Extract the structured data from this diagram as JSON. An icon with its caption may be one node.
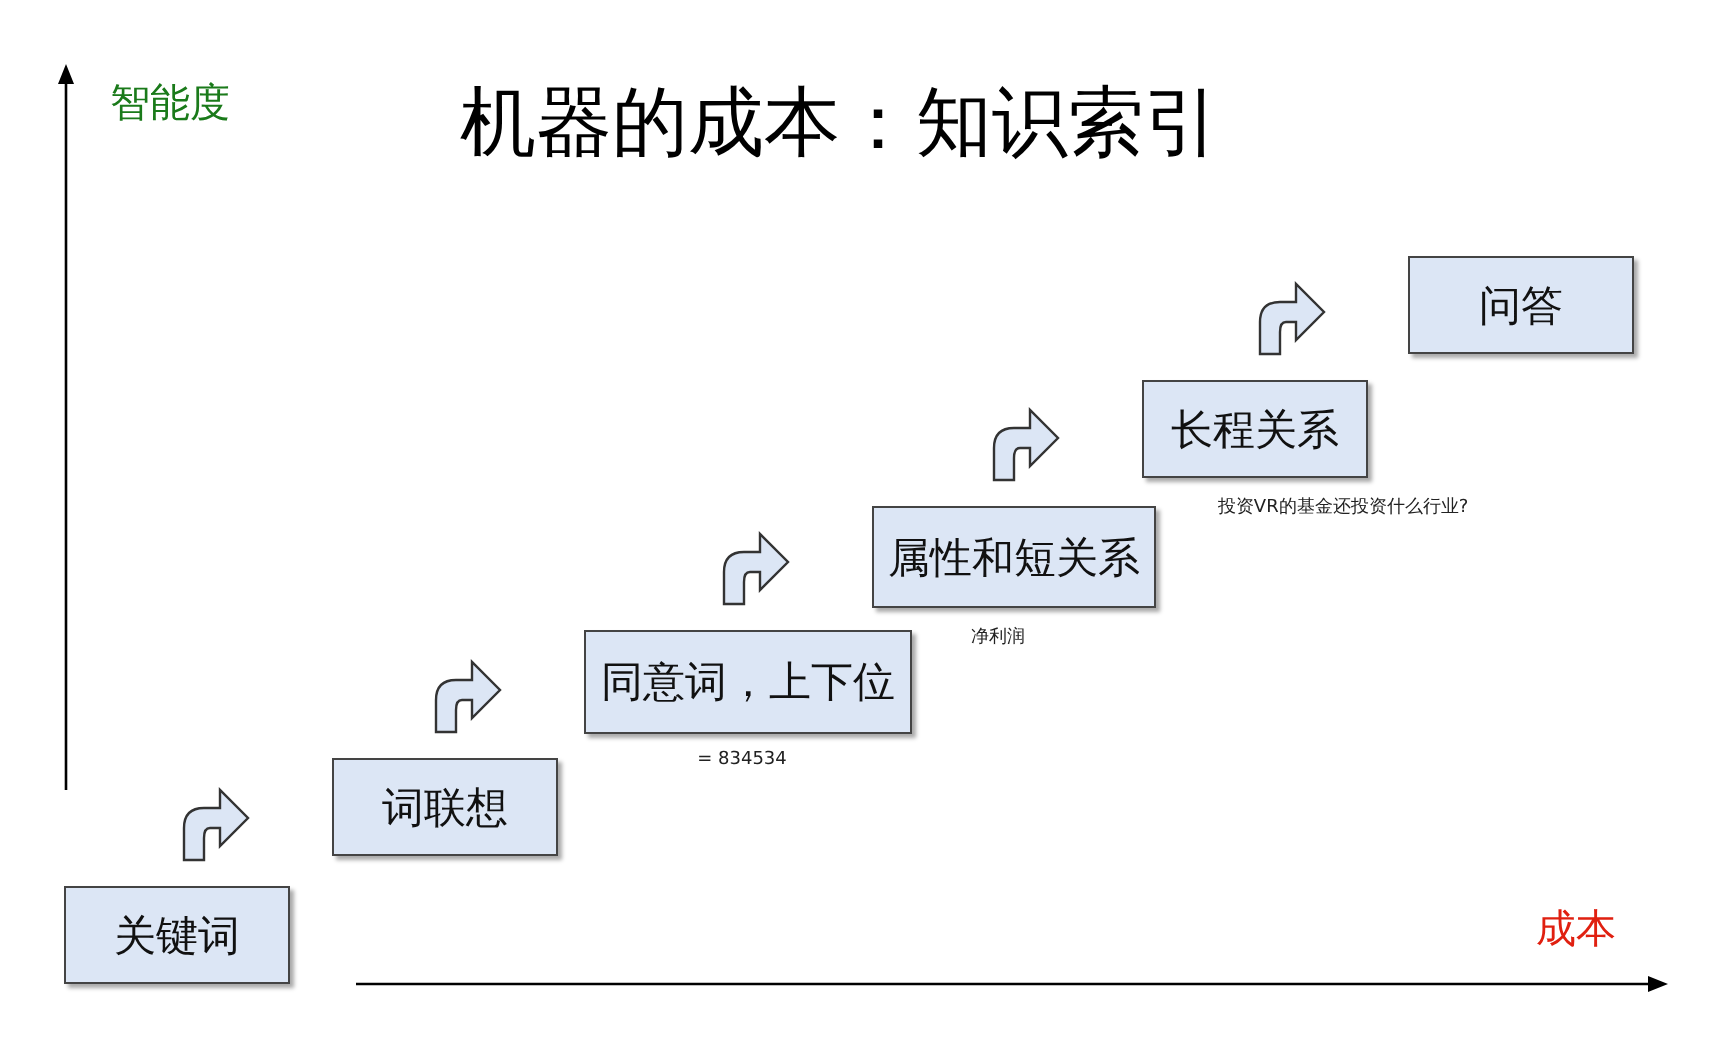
{
  "diagram": {
    "title": "机器的成本：知识索引",
    "nodes": [
      {
        "text": [
          "关键词"
        ]
      },
      {
        "text": [
          "词联想"
        ]
      },
      {
        "text": [
          "同意词，上下位"
        ],
        "beside": [
          "= 834534"
        ]
      },
      {
        "text": [
          "属性和短关系"
        ],
        "beside": [
          "净利润"
        ]
      },
      {
        "text": [
          "长程关系"
        ],
        "beside": [
          "投资VR的基金还投资什么行业?"
        ]
      },
      {
        "text": [
          "问答"
        ]
      }
    ],
    "edges": [
      {
        "from": 0,
        "to": 1,
        "arrow": "to"
      },
      {
        "from": 1,
        "to": 2,
        "arrow": "to"
      },
      {
        "from": 2,
        "to": 3,
        "arrow": "to"
      },
      {
        "from": 3,
        "to": 4,
        "arrow": "to"
      },
      {
        "from": 4,
        "to": 5,
        "arrow": "to"
      }
    ],
    "labels": [
      "智能度",
      "成本"
    ]
  }
}
